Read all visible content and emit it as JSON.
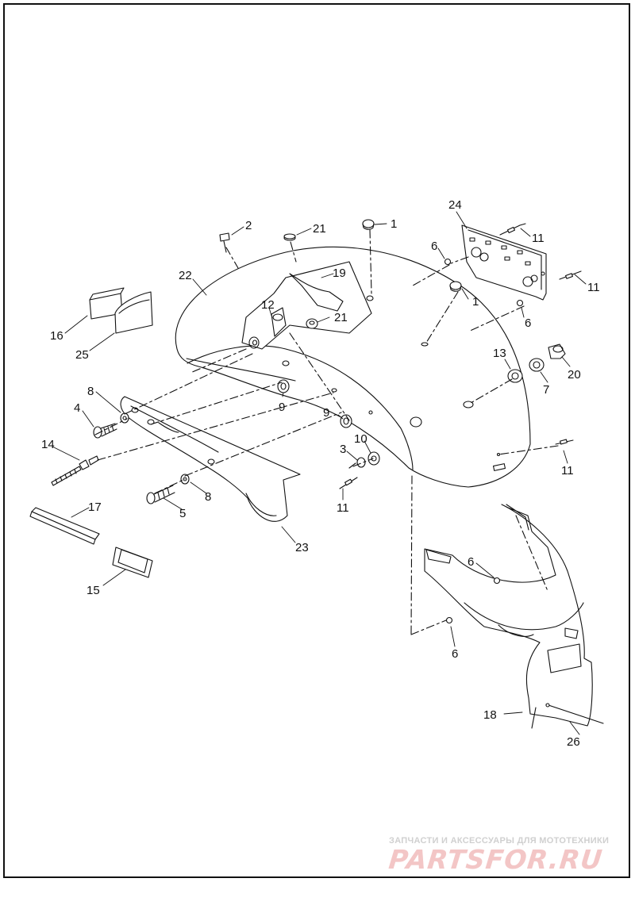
{
  "watermark": {
    "line1": "ЗАПЧАСТИ И АКСЕССУАРЫ ДЛЯ МОТОТЕХНИКИ",
    "logo": "PARTSFOR.RU"
  },
  "callouts": {
    "c1a": "1",
    "c1b": "1",
    "c2": "2",
    "c3": "3",
    "c4": "4",
    "c5": "5",
    "c6a": "6",
    "c6b": "6",
    "c6c": "6",
    "c6d": "6",
    "c7": "7",
    "c8a": "8",
    "c8b": "8",
    "c9a": "9",
    "c9b": "9",
    "c10": "10",
    "c11a": "11",
    "c11b": "11",
    "c11c": "11",
    "c11d": "11",
    "c12": "12",
    "c13": "13",
    "c14": "14",
    "c15": "15",
    "c16": "16",
    "c17": "17",
    "c18": "18",
    "c19": "19",
    "c20": "20",
    "c21a": "21",
    "c21b": "21",
    "c22": "22",
    "c23": "23",
    "c24": "24",
    "c25": "25",
    "c26": "26"
  }
}
